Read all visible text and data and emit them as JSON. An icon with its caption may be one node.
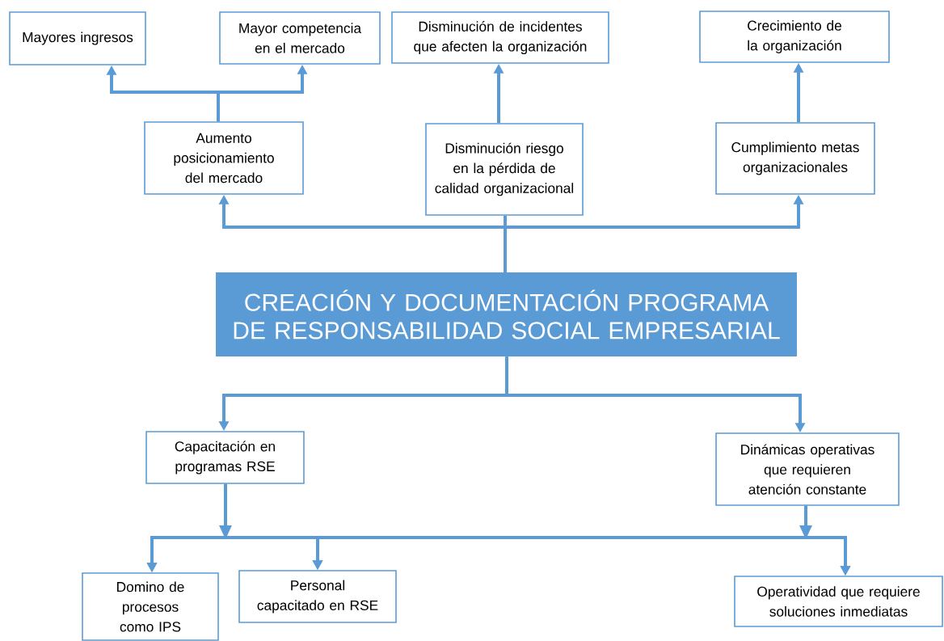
{
  "diagram": {
    "nodes": [
      {
        "text": [
          "Mayores ingresos"
        ]
      },
      {
        "text": [
          "Mayor competencia en el mercado"
        ]
      },
      {
        "text": [
          "Disminución de incidentes que afecten la organización"
        ]
      },
      {
        "text": [
          "Crecimiento de la organización"
        ]
      },
      {
        "text": [
          "Aumento posicionamiento del mercado"
        ]
      },
      {
        "text": [
          "Disminución riesgo en la pérdida de calidad organizacional"
        ]
      },
      {
        "text": [
          "Cumplimiento metas organizacionales"
        ]
      },
      {
        "text": [
          "CREACIÓN Y DOCUMENTACIÓN PROGRAMA DE RESPONSABILIDAD SOCIAL EMPRESARIAL"
        ]
      },
      {
        "text": [
          "Capacitación en programas RSE"
        ]
      },
      {
        "text": [
          "Dinámicas operativas que requieren atención constante"
        ]
      },
      {
        "text": [
          "Domino de procesos como IPS"
        ]
      },
      {
        "text": [
          "Personal capacitado en RSE"
        ]
      },
      {
        "text": [
          "Operatividad que requiere soluciones inmediatas"
        ]
      }
    ],
    "edges": [
      {
        "from": 7,
        "to": 4,
        "arrow": "to"
      },
      {
        "from": 7,
        "to": 5,
        "arrow": "none"
      },
      {
        "from": 7,
        "to": 6,
        "arrow": "to"
      },
      {
        "from": 4,
        "to": 0,
        "arrow": "to"
      },
      {
        "from": 4,
        "to": 1,
        "arrow": "to"
      },
      {
        "from": 5,
        "to": 2,
        "arrow": "to"
      },
      {
        "from": 6,
        "to": 3,
        "arrow": "to"
      },
      {
        "from": 7,
        "to": 8,
        "arrow": "to"
      },
      {
        "from": 7,
        "to": 9,
        "arrow": "to"
      },
      {
        "from": 8,
        "to": 10,
        "arrow": "to"
      },
      {
        "from": 8,
        "to": 11,
        "arrow": "to"
      },
      {
        "from": 8,
        "to": 12,
        "arrow": "to"
      },
      {
        "from": 9,
        "to": 10,
        "arrow": "to"
      },
      {
        "from": 9,
        "to": 11,
        "arrow": "to"
      },
      {
        "from": 9,
        "to": 12,
        "arrow": "to"
      }
    ]
  }
}
